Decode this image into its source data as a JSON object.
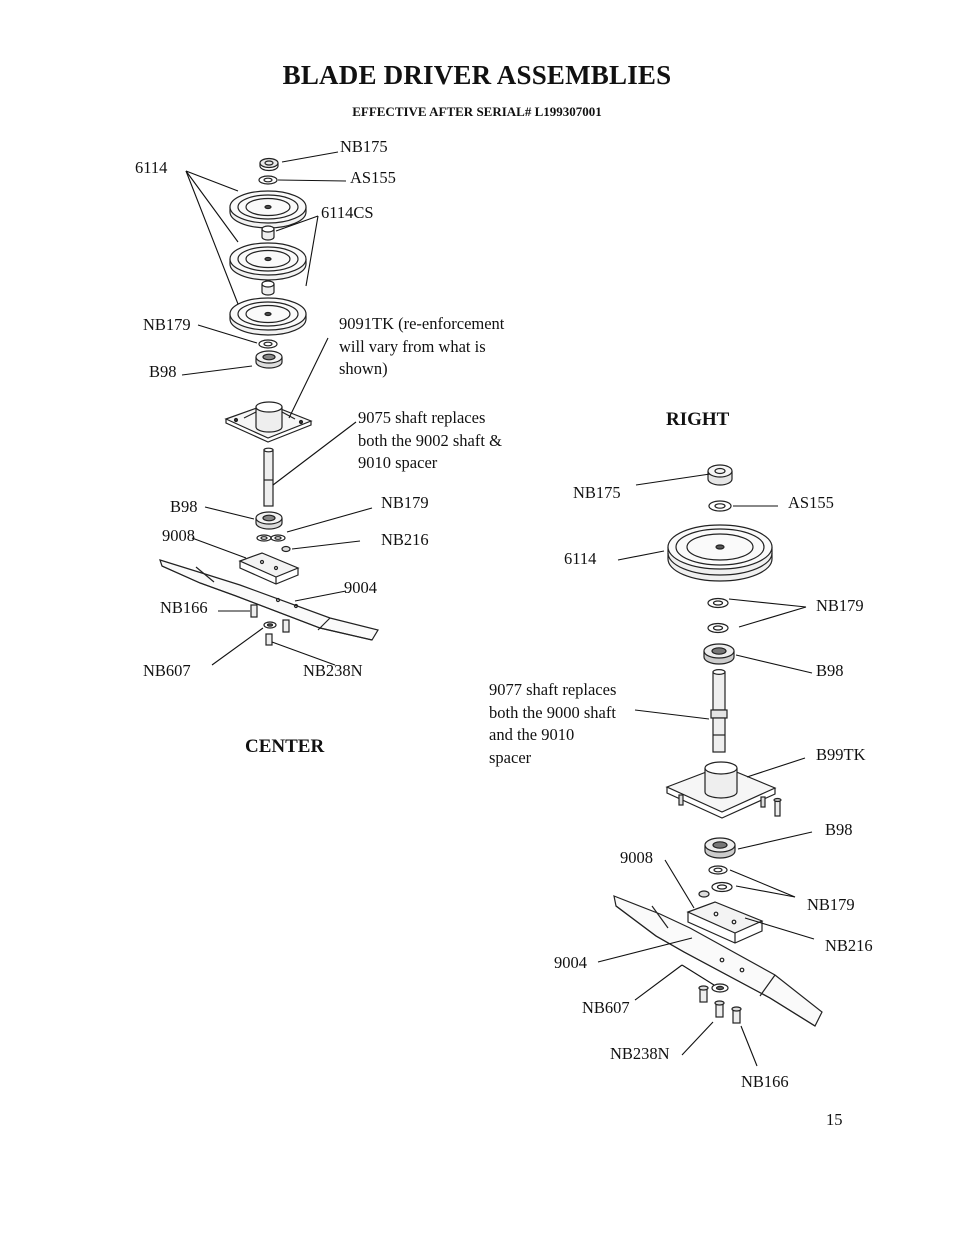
{
  "title": "BLADE DRIVER ASSEMBLIES",
  "subtitle": "EFFECTIVE AFTER SERIAL# L199307001",
  "center": {
    "heading": "CENTER",
    "labels": {
      "nb175": "NB175",
      "as155": "AS155",
      "p6114": "6114",
      "p6114cs": "6114CS",
      "nb179_top": "NB179",
      "b98_top": "B98",
      "b98_bottom": "B98",
      "nb179_bottom": "NB179",
      "nb216": "NB216",
      "p9008": "9008",
      "p9004": "9004",
      "nb166": "NB166",
      "nb607": "NB607",
      "nb238n": "NB238N"
    },
    "notes": {
      "reinforcement": [
        "9091TK (re-enforcement",
        "will vary from what is",
        "shown)"
      ],
      "shaft": [
        "9075 shaft replaces",
        "both the 9002 shaft &",
        "9010 spacer"
      ]
    }
  },
  "right": {
    "heading": "RIGHT",
    "labels": {
      "nb175": "NB175",
      "as155": "AS155",
      "p6114": "6114",
      "nb179_top": "NB179",
      "b98_top": "B98",
      "b99tk": "B99TK",
      "b98_bottom": "B98",
      "p9008": "9008",
      "nb179_bottom": "NB179",
      "nb216": "NB216",
      "p9004": "9004",
      "nb607": "NB607",
      "nb238n": "NB238N",
      "nb166": "NB166"
    },
    "notes": {
      "shaft": [
        "9077 shaft replaces",
        "both the 9000 shaft",
        "and the 9010",
        "spacer"
      ]
    }
  },
  "page_number": "15"
}
